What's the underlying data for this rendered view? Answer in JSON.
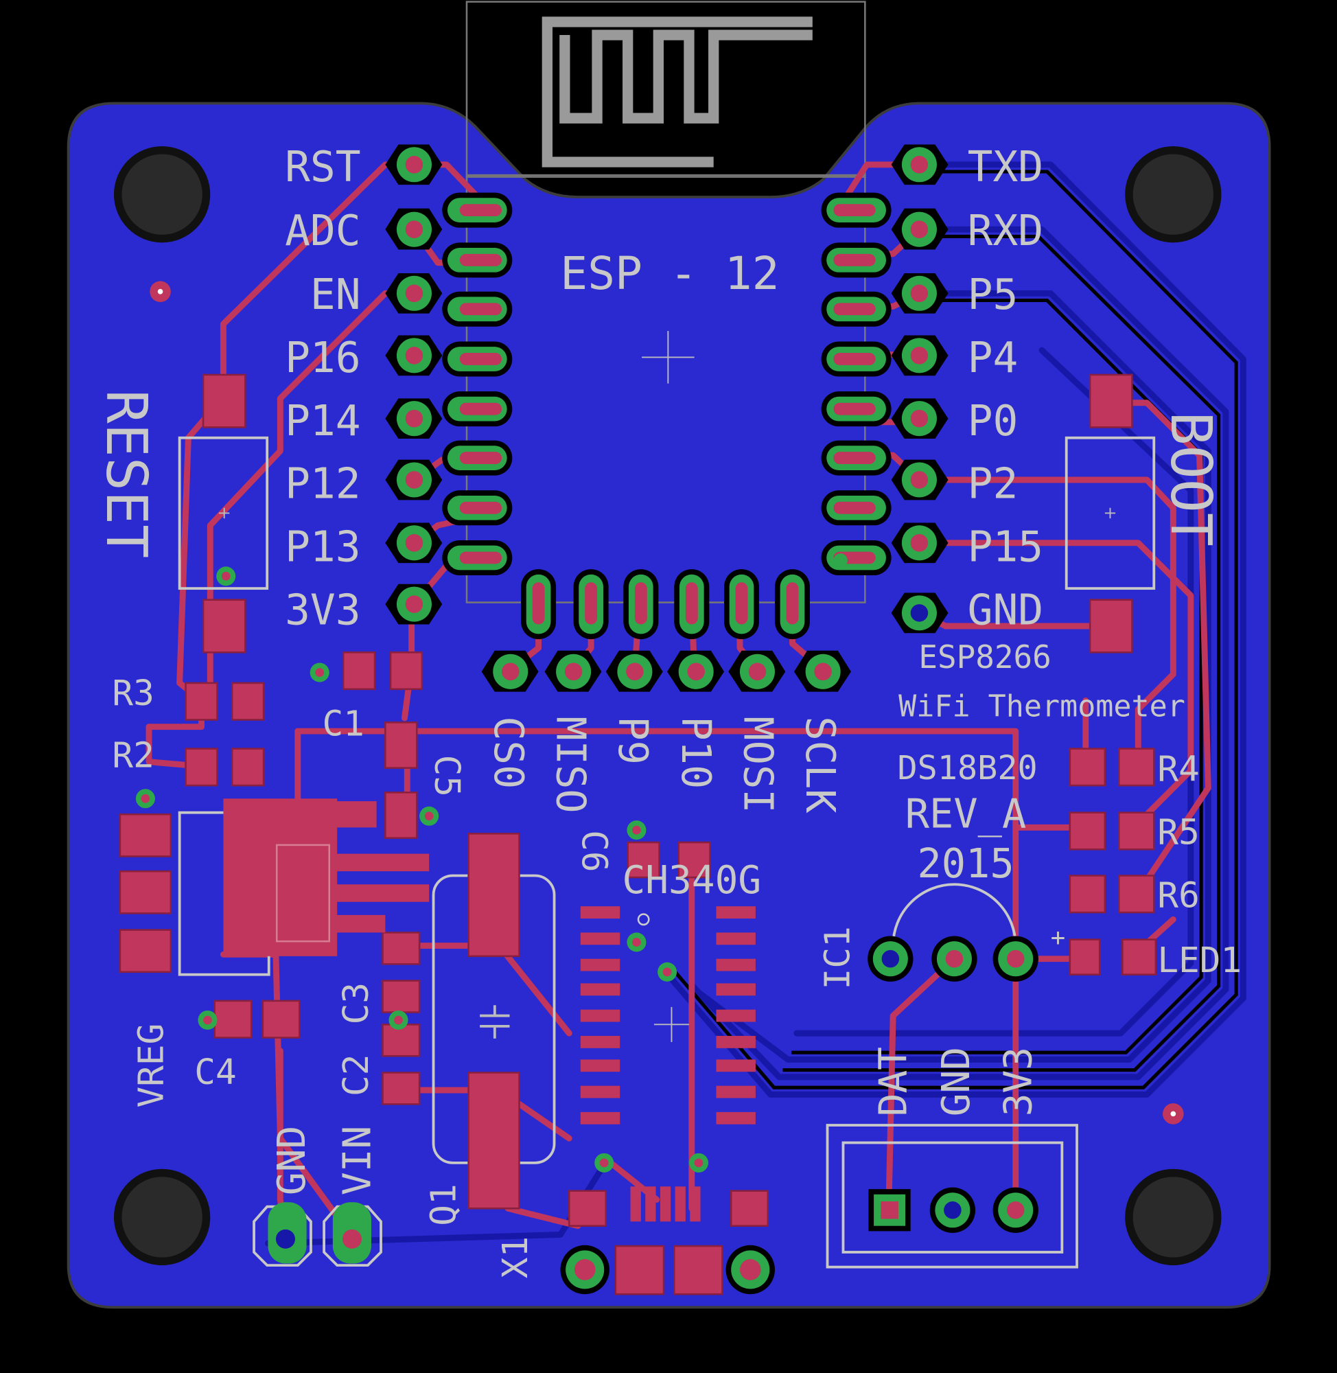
{
  "board": {
    "colors": {
      "background": "#000000",
      "pcb": "#2a2ad0",
      "top_copper": "#c0365c",
      "bottom_copper": "#1818a8",
      "silkscreen": "#c8c8c8",
      "pad_ring": "#2ea84a"
    }
  },
  "module": {
    "name": "ESP - 12"
  },
  "left_pins": [
    "RST",
    "ADC",
    "EN",
    "P16",
    "P14",
    "P12",
    "P13",
    "3V3"
  ],
  "right_pins": [
    "TXD",
    "RXD",
    "P5",
    "P4",
    "P0",
    "P2",
    "P15",
    "GND"
  ],
  "bottom_pins": [
    "CS0",
    "MISO",
    "P9",
    "P10",
    "MOSI",
    "SCLK"
  ],
  "buttons": {
    "reset": "RESET",
    "boot": "BOOT"
  },
  "info": {
    "chip": "ESP8266",
    "title": "WiFi Thermometer",
    "sensor": "DS18B20",
    "rev": "REV_A",
    "year": "2015"
  },
  "refs": {
    "r3": "R3",
    "r2": "R2",
    "r4": "R4",
    "r5": "R5",
    "r6": "R6",
    "c1": "C1",
    "c2": "C2",
    "c3": "C3",
    "c4": "C4",
    "c5": "C5",
    "c6": "C6",
    "led1": "LED1",
    "ic1": "IC1",
    "q1": "Q1",
    "x1": "X1",
    "vreg": "VREG",
    "ch340": "CH340G"
  },
  "power_header": {
    "gnd": "GND",
    "vin": "VIN"
  },
  "sensor_header": {
    "dat": "DAT",
    "gnd": "GND",
    "v33": "3V3"
  },
  "polarity": {
    "plus": "+"
  }
}
